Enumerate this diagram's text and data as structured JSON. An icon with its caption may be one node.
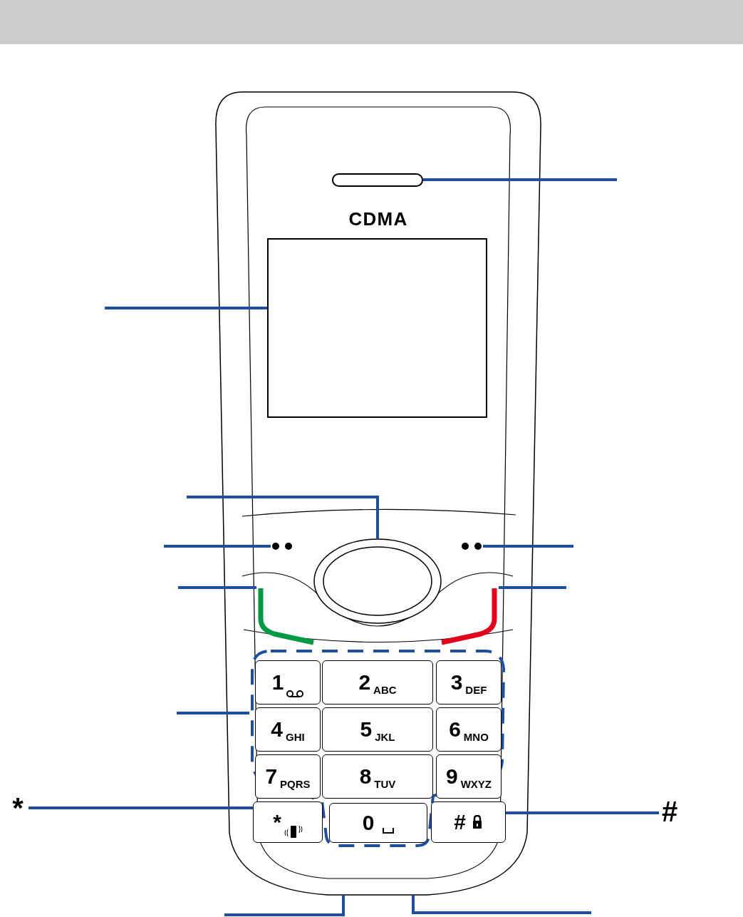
{
  "diagram": {
    "nodes": [
      {
        "text": [],
        "shape": "picture"
      },
      {
        "text": [],
        "shape": "bar",
        "in": 0
      },
      {
        "text": [],
        "shape": "box",
        "in": 0
      },
      {
        "text": [],
        "shape": "circle",
        "in": 0
      },
      {
        "text": [],
        "shape": "circle",
        "in": 0
      },
      {
        "text": [],
        "shape": "circle",
        "in": 0
      },
      {
        "text": [],
        "shape": "bar",
        "in": 0
      },
      {
        "text": [],
        "shape": "bar",
        "in": 0
      },
      {
        "text": [],
        "shape": "box",
        "in": 0
      },
      {
        "text": [
          "1"
        ],
        "in": 8
      },
      {
        "text": [
          "2",
          "ABC"
        ],
        "in": 8
      },
      {
        "text": [
          "3",
          "DEF"
        ],
        "in": 8
      },
      {
        "text": [
          "4",
          "GHI"
        ],
        "in": 8
      },
      {
        "text": [
          "5",
          "JKL"
        ],
        "in": 8
      },
      {
        "text": [
          "6",
          "MNO"
        ],
        "in": 8
      },
      {
        "text": [
          "7",
          "PQRS"
        ],
        "in": 8
      },
      {
        "text": [
          "8",
          "TUV"
        ],
        "in": 8
      },
      {
        "text": [
          "9",
          "WXYZ"
        ],
        "in": 8
      },
      {
        "text": [
          "*"
        ],
        "in": 0
      },
      {
        "text": [
          "0"
        ],
        "in": 8
      },
      {
        "text": [
          "#"
        ],
        "in": 0
      },
      {
        "text": [
          "*"
        ]
      },
      {
        "text": [
          "#"
        ]
      }
    ],
    "edges": [
      {
        "from": null,
        "to": 1,
        "arrow": "none"
      },
      {
        "from": null,
        "to": 2,
        "arrow": "none"
      },
      {
        "from": null,
        "to": 3,
        "arrow": "none"
      },
      {
        "from": null,
        "to": 4,
        "arrow": "none"
      },
      {
        "from": null,
        "to": 5,
        "arrow": "none"
      },
      {
        "from": null,
        "to": 6,
        "arrow": "none"
      },
      {
        "from": null,
        "to": 7,
        "arrow": "none"
      },
      {
        "from": null,
        "to": 8,
        "arrow": "none"
      },
      {
        "from": 21,
        "to": 18,
        "arrow": "none"
      },
      {
        "from": 22,
        "to": 20,
        "arrow": "none"
      },
      {
        "from": null,
        "to": 0,
        "arrow": "none"
      },
      {
        "from": null,
        "to": 0,
        "arrow": "none"
      }
    ],
    "labels": [
      "CDMA"
    ]
  }
}
